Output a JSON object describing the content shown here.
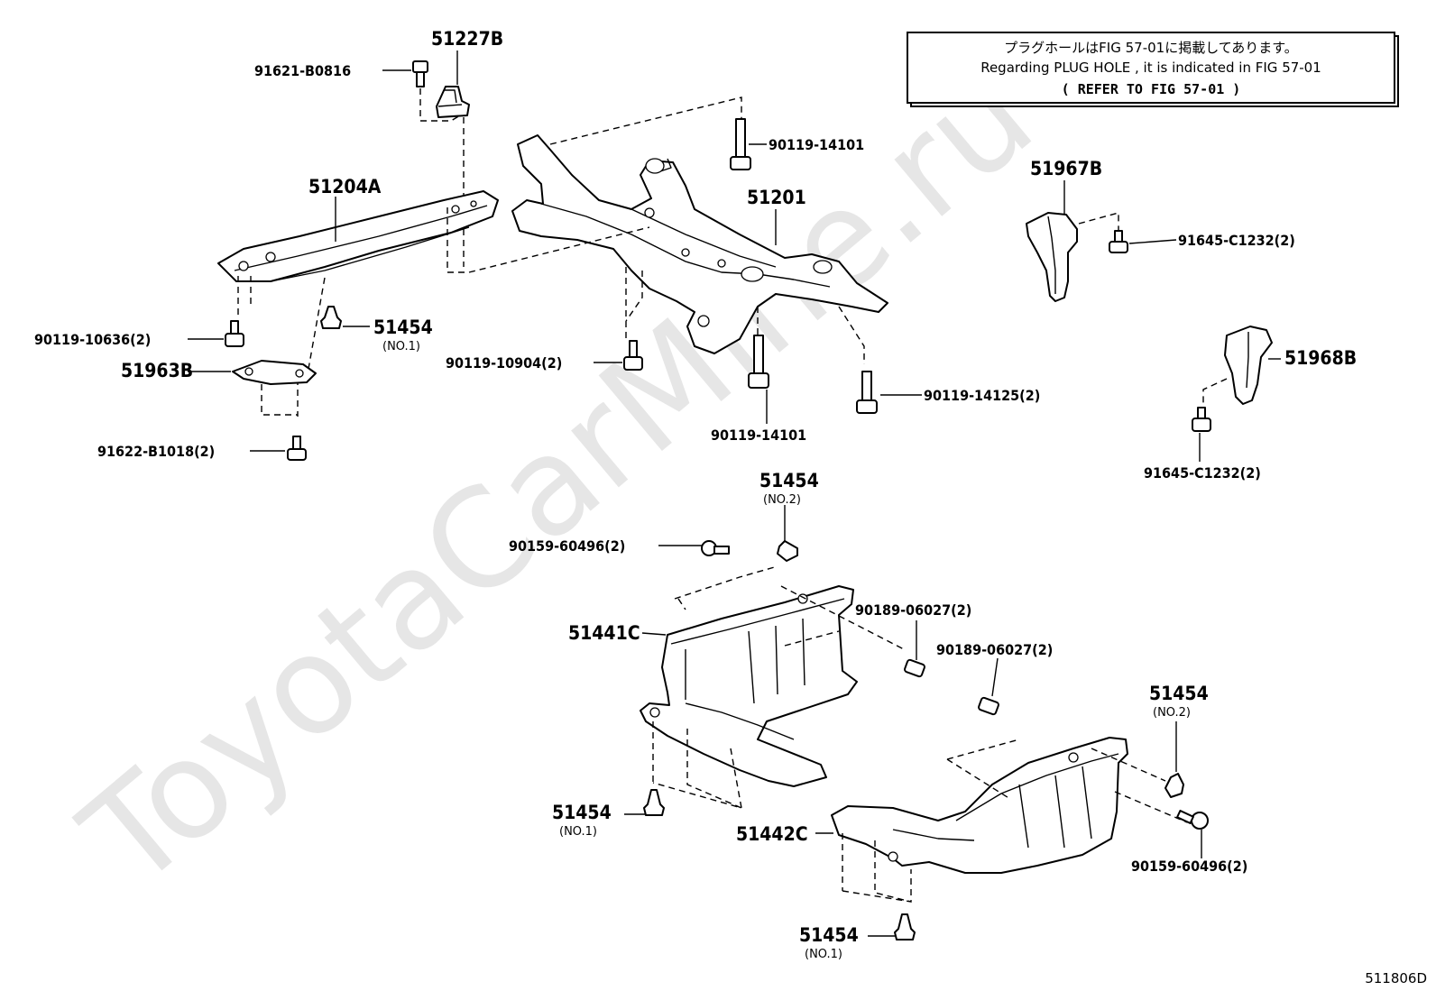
{
  "watermark": "ToyotaCarMine.ru",
  "note": {
    "line1": "プラグホールはFIG 57-01に掲載してあります。",
    "line2": "Regarding  PLUG HOLE , it is indicated in FIG 57-01",
    "line3": "( REFER TO FIG 57-01   )"
  },
  "figure_id": "511806D",
  "parts": {
    "p51227B": "51227B",
    "p91621B0816": "91621-B0816",
    "p9011914101a": "90119-14101",
    "p51204A": "51204A",
    "p51201": "51201",
    "p51967B": "51967B",
    "p91645C1232a": "91645-C1232(2)",
    "p9011910636": "90119-10636(2)",
    "p51454a": "51454",
    "p51454a_sub": "(NO.1)",
    "p51963B": "51963B",
    "p9011910904": "90119-10904(2)",
    "p9011914125": "90119-14125(2)",
    "p9011914101b": "90119-14101",
    "p51968B": "51968B",
    "p91622B1018": "91622-B1018(2)",
    "p91645C1232b": "91645-C1232(2)",
    "p51454b": "51454",
    "p51454b_sub": "(NO.2)",
    "p9015960496a": "90159-60496(2)",
    "p9018906027a": "90189-06027(2)",
    "p51441C": "51441C",
    "p9018906027b": "90189-06027(2)",
    "p51454c": "51454",
    "p51454c_sub": "(NO.2)",
    "p51454d": "51454",
    "p51454d_sub": "(NO.1)",
    "p51442C": "51442C",
    "p9015960496b": "90159-60496(2)",
    "p51454e": "51454",
    "p51454e_sub": "(NO.1)"
  }
}
